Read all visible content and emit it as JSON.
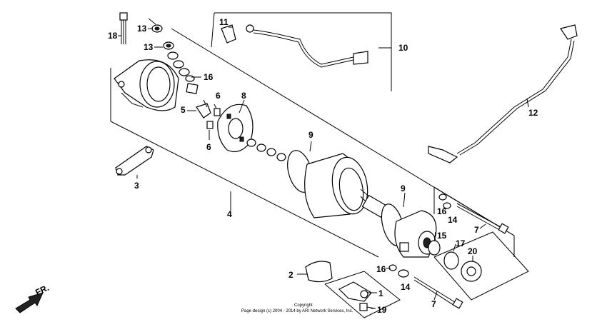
{
  "diagram": {
    "labels": {
      "p1": "1",
      "p2": "2",
      "p3": "3",
      "p4": "4",
      "p5": "5",
      "p6a": "6",
      "p6b": "6",
      "p7a": "7",
      "p7b": "7",
      "p8": "8",
      "p9a": "9",
      "p9b": "9",
      "p10": "10",
      "p11": "11",
      "p12": "12",
      "p13a": "13",
      "p13b": "13",
      "p14a": "14",
      "p14b": "14",
      "p15": "15",
      "p16a": "16",
      "p16b": "16",
      "p16c": "16",
      "p17": "17",
      "p18": "18",
      "p19": "19",
      "p20": "20"
    },
    "front_label": "FR.",
    "copyright_line1": "Copyright",
    "copyright_line2": "Page design (c) 2004 - 2014 by ARI Network Services, Inc."
  }
}
